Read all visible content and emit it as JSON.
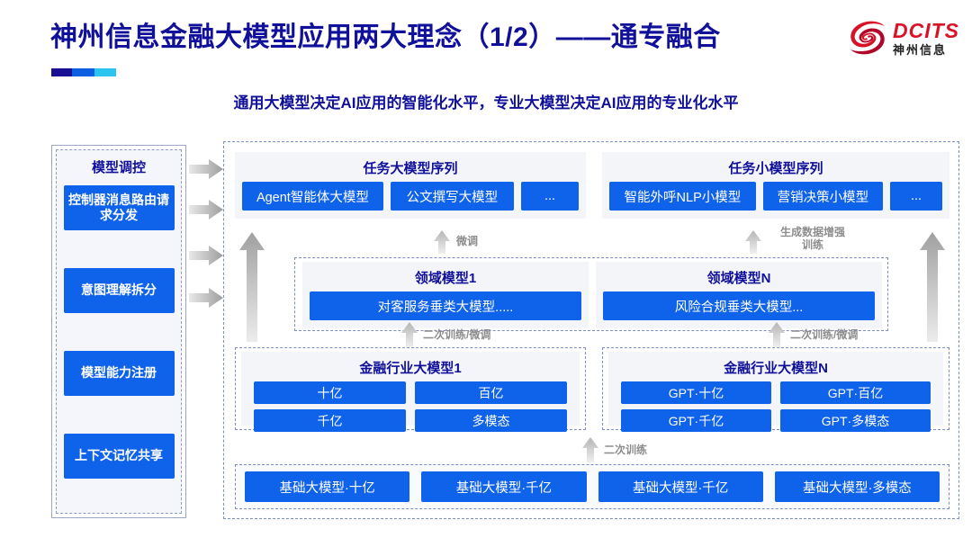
{
  "header": {
    "title": "神州信息金融大模型应用两大理念（1/2）——通专融合",
    "subtitle": "通用大模型决定AI应用的智能化水平，专业大模型决定AI应用的专业化水平",
    "logo": {
      "en": "DCITS",
      "cn": "神州信息",
      "mark": "swirl-logo-icon",
      "color": "#d81327"
    }
  },
  "colors": {
    "title_blue": "#10109a",
    "chip_blue": "#0f62ea",
    "dashed_border": "#7d8ec2",
    "panel_bg": "#f4f5f8",
    "arrow_grey": "#b9b9b9"
  },
  "control_panel": {
    "title": "模型调控",
    "items": [
      {
        "label": "控制器消息路由请求分发"
      },
      {
        "label": "意图理解拆分"
      },
      {
        "label": "模型能力注册"
      },
      {
        "label": "上下文记忆共享"
      }
    ]
  },
  "task_big": {
    "title": "任务大模型序列",
    "chips": [
      "Agent智能体大模型",
      "公文撰写大模型",
      "..."
    ]
  },
  "task_small": {
    "title": "任务小模型序列",
    "chips": [
      "智能外呼NLP小模型",
      "营销决策小模型",
      "..."
    ]
  },
  "domain": {
    "cells": [
      {
        "title": "领域模型1",
        "bar": "对客服务垂类大模型....."
      },
      {
        "title": "领域模型N",
        "bar": "风险合规垂类大模型..."
      }
    ]
  },
  "industry": {
    "cells": [
      {
        "title": "金融行业大模型1",
        "items": [
          "十亿",
          "百亿",
          "千亿",
          "多模态"
        ]
      },
      {
        "title": "金融行业大模型N",
        "items": [
          "GPT·十亿",
          "GPT·百亿",
          "GPT·千亿",
          "GPT·多模态"
        ]
      }
    ]
  },
  "base": {
    "chips": [
      "基础大模型·十亿",
      "基础大模型·千亿",
      "基础大模型·千亿",
      "基础大模型·多模态"
    ]
  },
  "arrow_labels": {
    "fine_tune": "微调",
    "gen_data_aug": "生成数据增强\n训练",
    "retrain_ft_left": "二次训练/微调",
    "retrain_ft_right": "二次训练/微调",
    "retrain": "二次训练"
  }
}
